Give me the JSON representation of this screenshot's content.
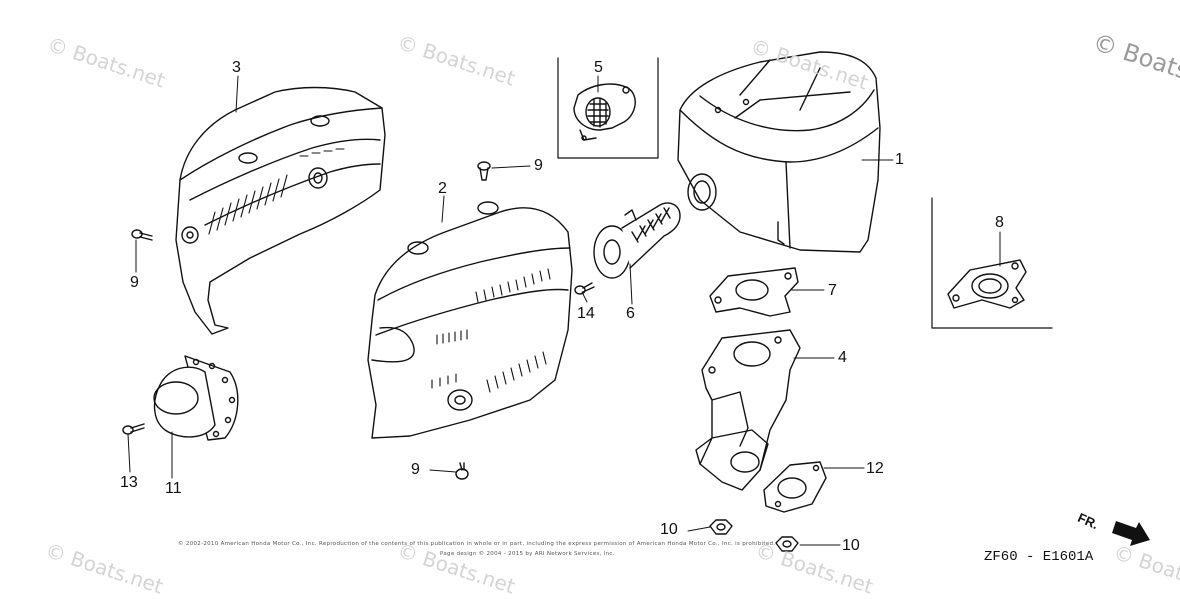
{
  "watermark": {
    "text": "© Boats.net",
    "corner_text": "© Boats"
  },
  "callouts": {
    "p1": "1",
    "p2": "2",
    "p3": "3",
    "p4": "4",
    "p5": "5",
    "p6": "6",
    "p7": "7",
    "p8": "8",
    "p9a": "9",
    "p9b": "9",
    "p9c": "9",
    "p10a": "10",
    "p10b": "10",
    "p11": "11",
    "p12": "12",
    "p13": "13",
    "p14": "14"
  },
  "diagram_code": "ZF60 - E1601A",
  "direction_label": "FR.",
  "copyright": {
    "line1": "© 2002-2010 American Honda Motor Co., Inc. Reproduction of the contents of this publication in whole or in part, including the express permission of American Honda Motor Co., Inc. is prohibited.",
    "line2": "Page design © 2004 - 2015 by ARI Network Services, Inc."
  }
}
